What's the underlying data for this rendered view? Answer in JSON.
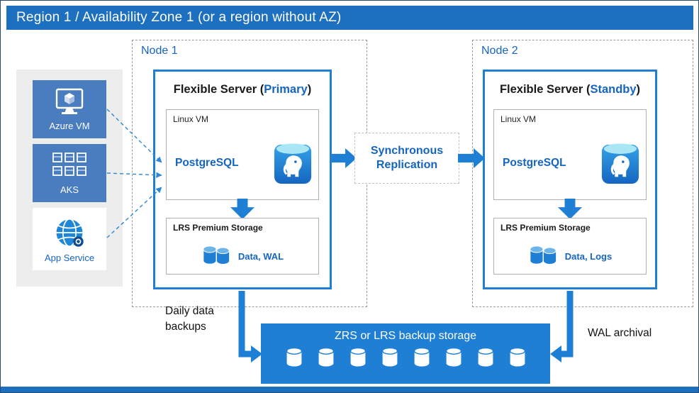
{
  "header": {
    "title": "Region 1 / Availability Zone 1 (or a region without AZ)"
  },
  "sidebar": {
    "services": [
      {
        "label": "Azure VM"
      },
      {
        "label": "AKS"
      },
      {
        "label": "App Service"
      }
    ]
  },
  "nodes": [
    {
      "label": "Node 1",
      "server": {
        "title_prefix": "Flexible Server (",
        "role": "Primary",
        "title_suffix": ")",
        "vm_label": "Linux VM",
        "database": "PostgreSQL",
        "storage_title": "LRS Premium Storage",
        "storage_contents": "Data, WAL"
      }
    },
    {
      "label": "Node 2",
      "server": {
        "title_prefix": "Flexible Server (",
        "role": "Standby",
        "title_suffix": ")",
        "vm_label": "Linux VM",
        "database": "PostgreSQL",
        "storage_title": "LRS Premium Storage",
        "storage_contents": "Data, Logs"
      }
    }
  ],
  "replication": {
    "line1": "Synchronous",
    "line2": "Replication"
  },
  "backup": {
    "title": "ZRS or LRS backup storage",
    "cylinder_count": 8
  },
  "annotations": {
    "daily_backups_line1": "Daily data",
    "daily_backups_line2": "backups",
    "wal_archival": "WAL archival"
  },
  "colors": {
    "header_blue": "#1d6fbf",
    "bright_blue": "#1e7fd4",
    "service_box_blue": "#4a7cc0",
    "text_blue": "#1565c0",
    "sidebar_gray": "#ededed"
  }
}
